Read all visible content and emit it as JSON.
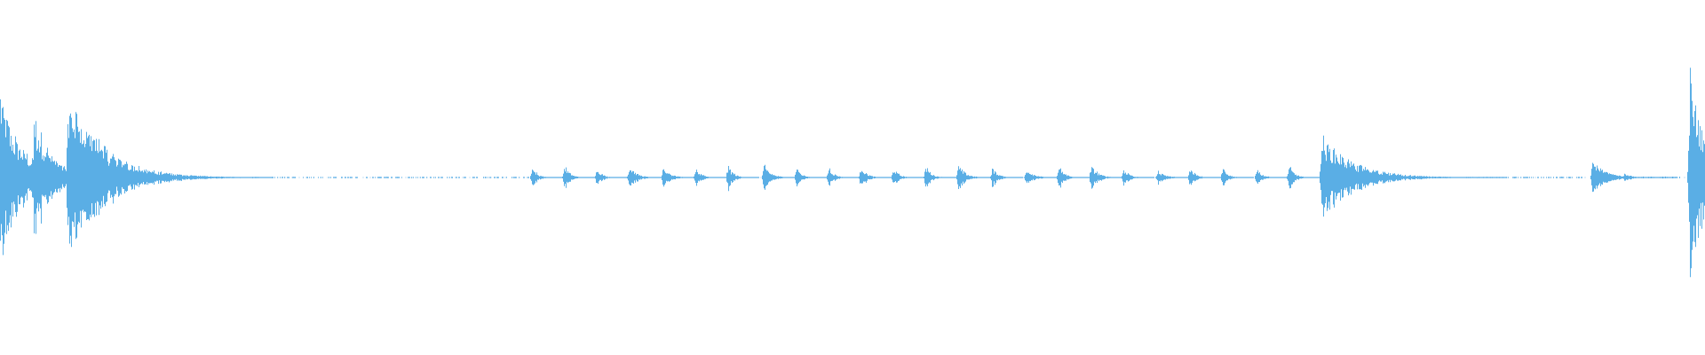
{
  "waveform": {
    "color": "#5aaee5",
    "background": "#ffffff",
    "events": [
      {
        "t": 0.0,
        "amp": 0.55,
        "decay": 0.012
      },
      {
        "t": 0.02,
        "amp": 0.4,
        "decay": 0.01
      },
      {
        "t": 0.04,
        "amp": 0.55,
        "decay": 0.02
      },
      {
        "t": 0.312,
        "amp": 0.07,
        "decay": 0.003
      },
      {
        "t": 0.331,
        "amp": 0.08,
        "decay": 0.003
      },
      {
        "t": 0.35,
        "amp": 0.06,
        "decay": 0.003
      },
      {
        "t": 0.369,
        "amp": 0.08,
        "decay": 0.004
      },
      {
        "t": 0.389,
        "amp": 0.07,
        "decay": 0.004
      },
      {
        "t": 0.408,
        "amp": 0.07,
        "decay": 0.003
      },
      {
        "t": 0.427,
        "amp": 0.08,
        "decay": 0.003
      },
      {
        "t": 0.448,
        "amp": 0.08,
        "decay": 0.004
      },
      {
        "t": 0.467,
        "amp": 0.06,
        "decay": 0.003
      },
      {
        "t": 0.486,
        "amp": 0.07,
        "decay": 0.003
      },
      {
        "t": 0.505,
        "amp": 0.08,
        "decay": 0.003
      },
      {
        "t": 0.524,
        "amp": 0.06,
        "decay": 0.003
      },
      {
        "t": 0.543,
        "amp": 0.08,
        "decay": 0.003
      },
      {
        "t": 0.562,
        "amp": 0.08,
        "decay": 0.004
      },
      {
        "t": 0.582,
        "amp": 0.07,
        "decay": 0.003
      },
      {
        "t": 0.602,
        "amp": 0.06,
        "decay": 0.004
      },
      {
        "t": 0.621,
        "amp": 0.08,
        "decay": 0.003
      },
      {
        "t": 0.64,
        "amp": 0.08,
        "decay": 0.004
      },
      {
        "t": 0.659,
        "amp": 0.06,
        "decay": 0.003
      },
      {
        "t": 0.679,
        "amp": 0.05,
        "decay": 0.004
      },
      {
        "t": 0.698,
        "amp": 0.07,
        "decay": 0.003
      },
      {
        "t": 0.717,
        "amp": 0.06,
        "decay": 0.003
      },
      {
        "t": 0.737,
        "amp": 0.06,
        "decay": 0.003
      },
      {
        "t": 0.756,
        "amp": 0.08,
        "decay": 0.003
      },
      {
        "t": 0.775,
        "amp": 0.27,
        "decay": 0.018
      },
      {
        "t": 0.934,
        "amp": 0.1,
        "decay": 0.008
      },
      {
        "t": 0.953,
        "amp": 0.03,
        "decay": 0.004
      },
      {
        "t": 0.991,
        "amp": 0.65,
        "decay": 0.01
      }
    ],
    "noise_segments": [
      {
        "from": 0.06,
        "to": 0.095,
        "amp": 0.004
      },
      {
        "from": 0.105,
        "to": 0.315,
        "amp": 0.003
      },
      {
        "from": 0.79,
        "to": 0.93,
        "amp": 0.003
      },
      {
        "from": 0.94,
        "to": 0.985,
        "amp": 0.004
      }
    ]
  }
}
